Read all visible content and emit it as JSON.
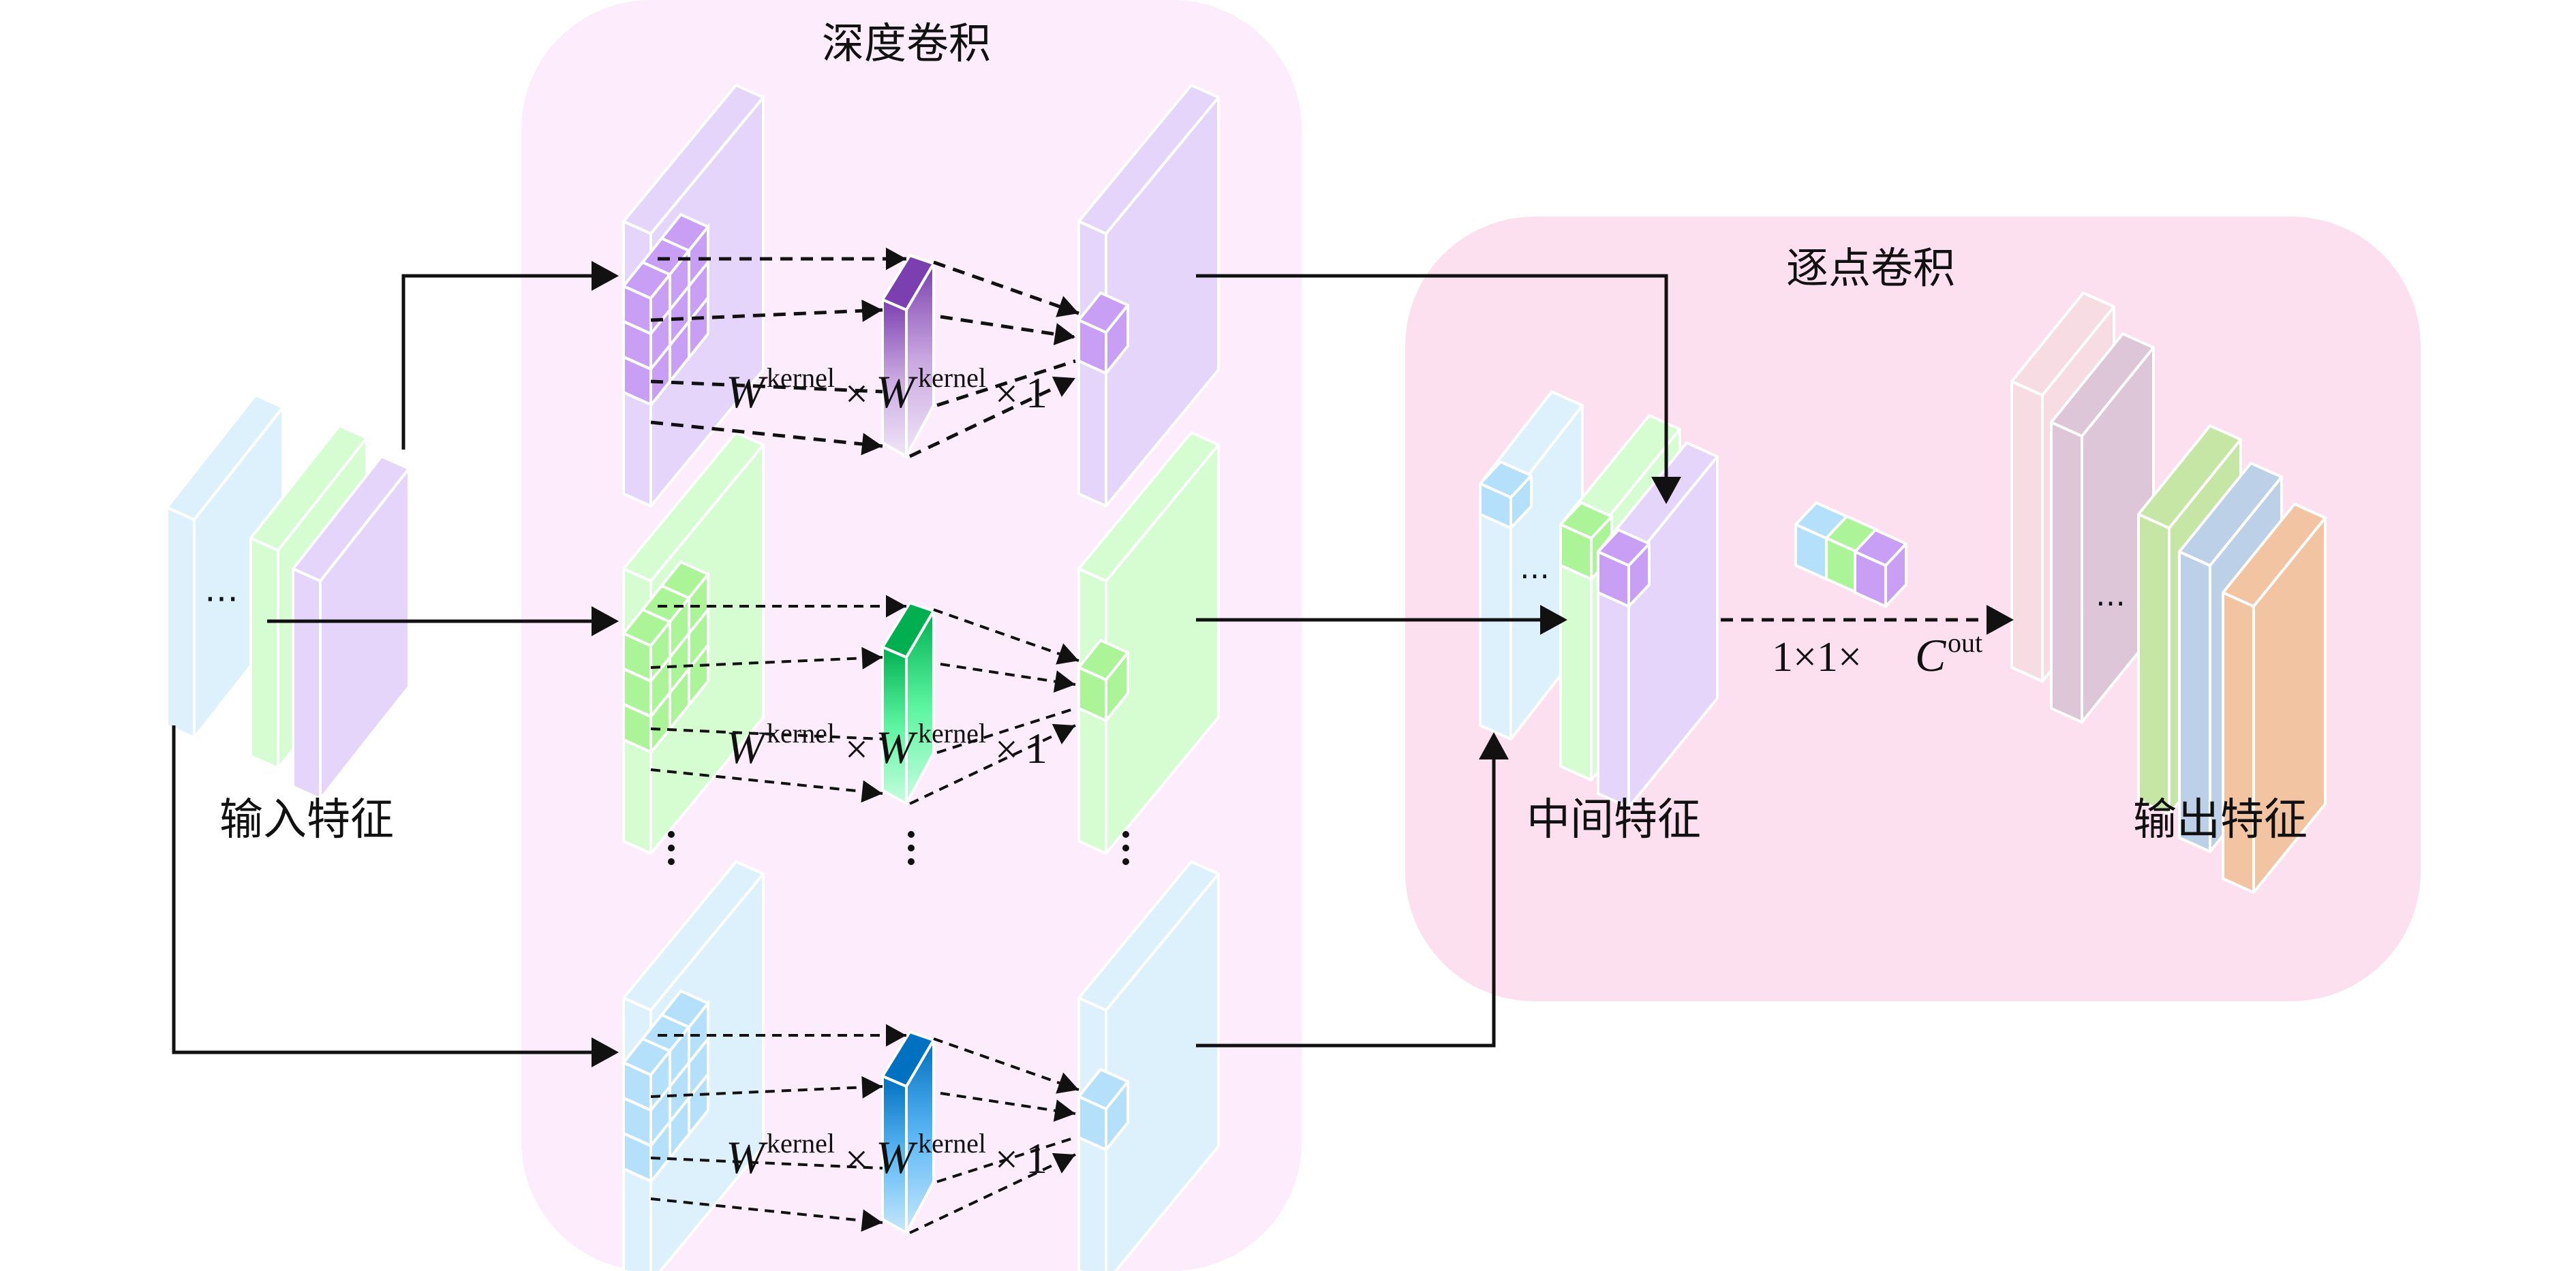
{
  "panels": {
    "depthwise": {
      "title": "深度卷积",
      "color": "#fcecfc"
    },
    "pointwise": {
      "title": "逐点卷积",
      "color": "#fde0ef"
    }
  },
  "labels": {
    "input_features": "输入特征",
    "intermediate_features": "中间特征",
    "output_features": "输出特征",
    "ellipsis": "⋯",
    "vdots": "⋮"
  },
  "kernel_label": {
    "w": "W",
    "sup": "kernel",
    "times": "×",
    "one": "1"
  },
  "pointwise_label": {
    "prefix": "1×1×",
    "c": "C",
    "sup": "out"
  },
  "colors": {
    "purple_face": "#e6d5fb",
    "purple_cell": "#c89ff5",
    "purple_kernel_dark": "#7b3fb0",
    "green_face": "#d6fcd2",
    "green_cell": "#abf598",
    "green_kernel_dark": "#00b050",
    "blue_face": "#ddf1fd",
    "blue_cell": "#b5e0fb",
    "blue_kernel_dark": "#0070c0",
    "out_pink": "#f8dce4",
    "out_mauve": "#dcc6d8",
    "out_green": "#c6e6a6",
    "out_blue": "#bcd0e8",
    "out_orange": "#f2c4a2"
  },
  "rows": [
    {
      "channel": "purple"
    },
    {
      "channel": "green"
    },
    {
      "channel": "blue"
    }
  ]
}
